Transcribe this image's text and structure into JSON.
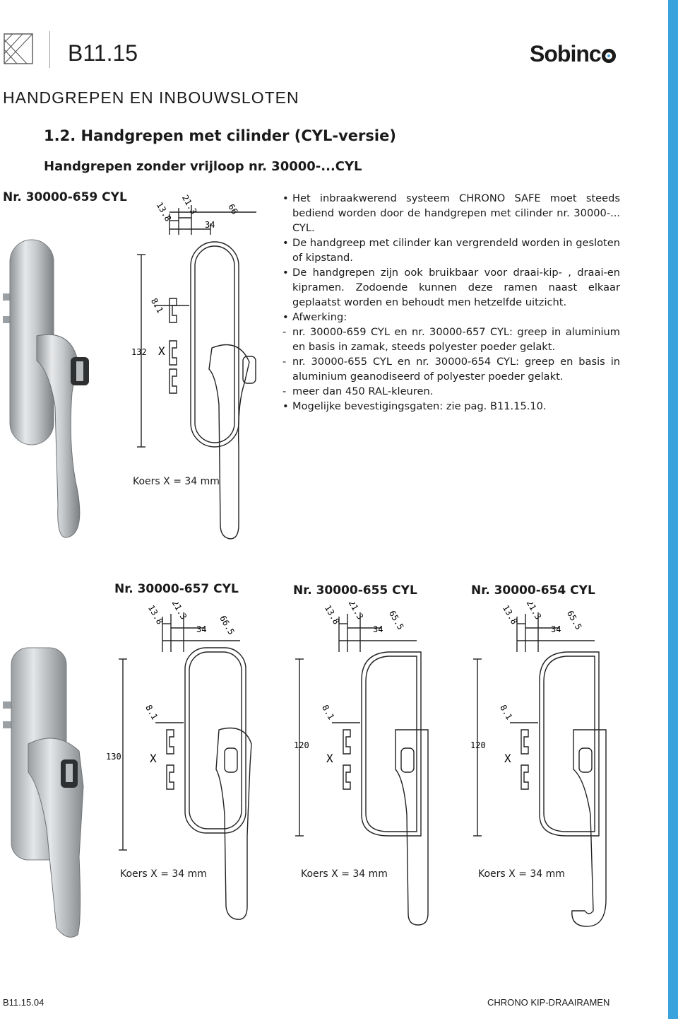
{
  "header": {
    "page_code": "B11.15",
    "logo_text": "Sobinc",
    "icon": "architect-triangle-icon"
  },
  "section_title": "HANDGREPEN EN INBOUWSLOTEN",
  "sub_heading": "1.2.  Handgrepen met cilinder (CYL-versie)",
  "sub_sub_heading": "Handgrepen zonder vrijloop nr. 30000-...CYL",
  "products": {
    "main": {
      "label": "Nr. 30000-659 CYL",
      "koers": "Koers X = 34 mm"
    },
    "p657": {
      "label": "Nr. 30000-657 CYL",
      "koers": "Koers X = 34 mm"
    },
    "p655": {
      "label": "Nr. 30000-655 CYL",
      "koers": "Koers X = 34 mm"
    },
    "p654": {
      "label": "Nr. 30000-654 CYL",
      "koers": "Koers X = 34 mm"
    }
  },
  "bullets": {
    "b1": "Het inbraakwerend systeem CHRONO SAFE moet steeds bediend worden door de handgrepen met cilinder nr. 30000-... CYL.",
    "b2": "De handgreep met cilinder kan vergrendeld worden in gesloten of kipstand.",
    "b3": "De handgrepen zijn ook bruikbaar voor draai-kip- , draai-en kipramen. Zodoende kunnen deze ramen naast elkaar geplaatst worden en behoudt men hetzelfde uitzicht.",
    "b4": "Afwerking:",
    "d1": "nr. 30000-659 CYL en nr. 30000-657 CYL: greep in aluminium en basis in zamak, steeds polyester poeder gelakt.",
    "d2": "nr. 30000-655 CYL en nr. 30000-654 CYL: greep en basis in aluminium geanodiseerd of polyester poeder gelakt.",
    "d3": "meer dan 450 RAL-kleuren.",
    "b5": "Mogelijke bevestigingsgaten: zie pag. B11.15.10.",
    "dash": "-"
  },
  "dimensions": {
    "main": {
      "d1": "13.8",
      "d2": "21.3",
      "d3": "34",
      "d4": "66",
      "d5": "8.1",
      "h": "132",
      "x": "X"
    },
    "p657": {
      "d1": "13.8",
      "d2": "21.3",
      "d3": "34",
      "d4": "66.5",
      "d5": "8.1",
      "h": "130",
      "x": "X"
    },
    "p655": {
      "d1": "13.8",
      "d2": "21.3",
      "d3": "34",
      "d4": "65.5",
      "d5": "8.1",
      "h": "120",
      "x": "X"
    },
    "p654": {
      "d1": "13.8",
      "d2": "21.3",
      "d3": "34",
      "d4": "65.5",
      "d5": "8.1",
      "h": "120",
      "x": "X"
    }
  },
  "footer": {
    "left": "B11.15.04",
    "right": "CHRONO KIP-DRAAIRAMEN"
  },
  "colors": {
    "accent_bar": "#3aa3de",
    "text": "#1a1a1a"
  }
}
